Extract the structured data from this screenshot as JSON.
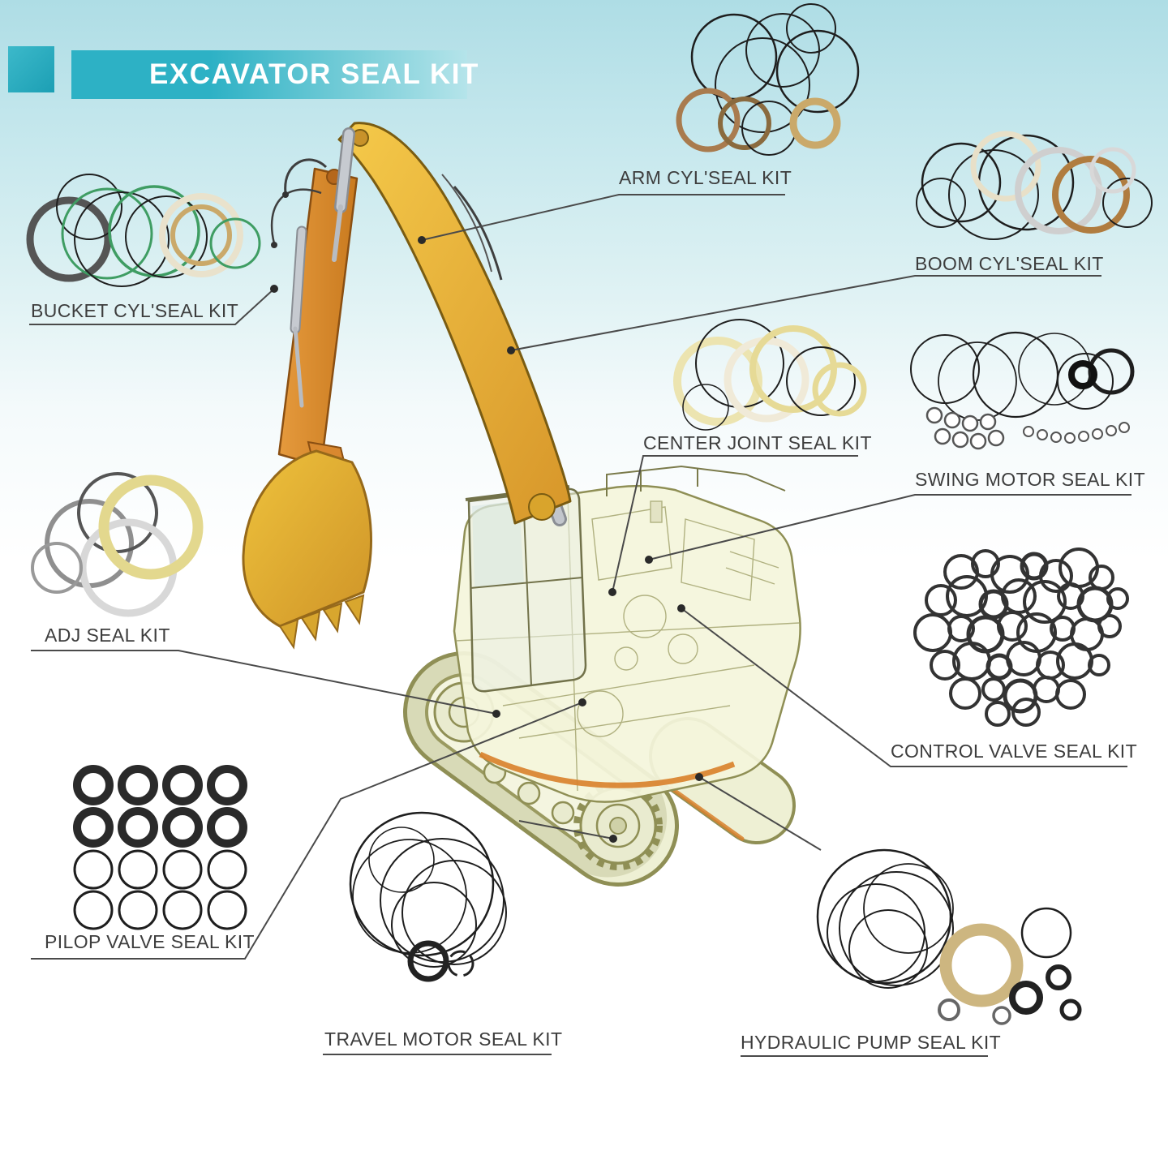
{
  "title": "EXCAVATOR SEAL KIT",
  "kits": [
    {
      "name": "ARM CYL'SEAL KIT"
    },
    {
      "name": "BOOM CYL'SEAL KIT"
    },
    {
      "name": "BUCKET CYL'SEAL KIT"
    },
    {
      "name": "CENTER JOINT SEAL KIT"
    },
    {
      "name": "SWING MOTOR SEAL KIT"
    },
    {
      "name": "ADJ SEAL KIT"
    },
    {
      "name": "CONTROL VALVE SEAL KIT"
    },
    {
      "name": "PILOP VALVE SEAL KIT"
    },
    {
      "name": "TRAVEL MOTOR SEAL KIT"
    },
    {
      "name": "HYDRAULIC PUMP SEAL KIT"
    }
  ],
  "colors": {
    "banner_teal": "#2db1c5",
    "banner_teal_light": "#b5e4ea",
    "background_top": "#aedde5",
    "label_text": "#3d3d3d",
    "leader_line": "#4a4a4a",
    "excavator_yellow": "#e9b93a",
    "excavator_orange": "#d9872e",
    "excavator_body_pale": "#f4f5dc",
    "seal_black": "#1e1e1e",
    "seal_tan": "#b07c3f",
    "seal_cream": "#e6da96",
    "seal_green": "#3f9d63"
  }
}
